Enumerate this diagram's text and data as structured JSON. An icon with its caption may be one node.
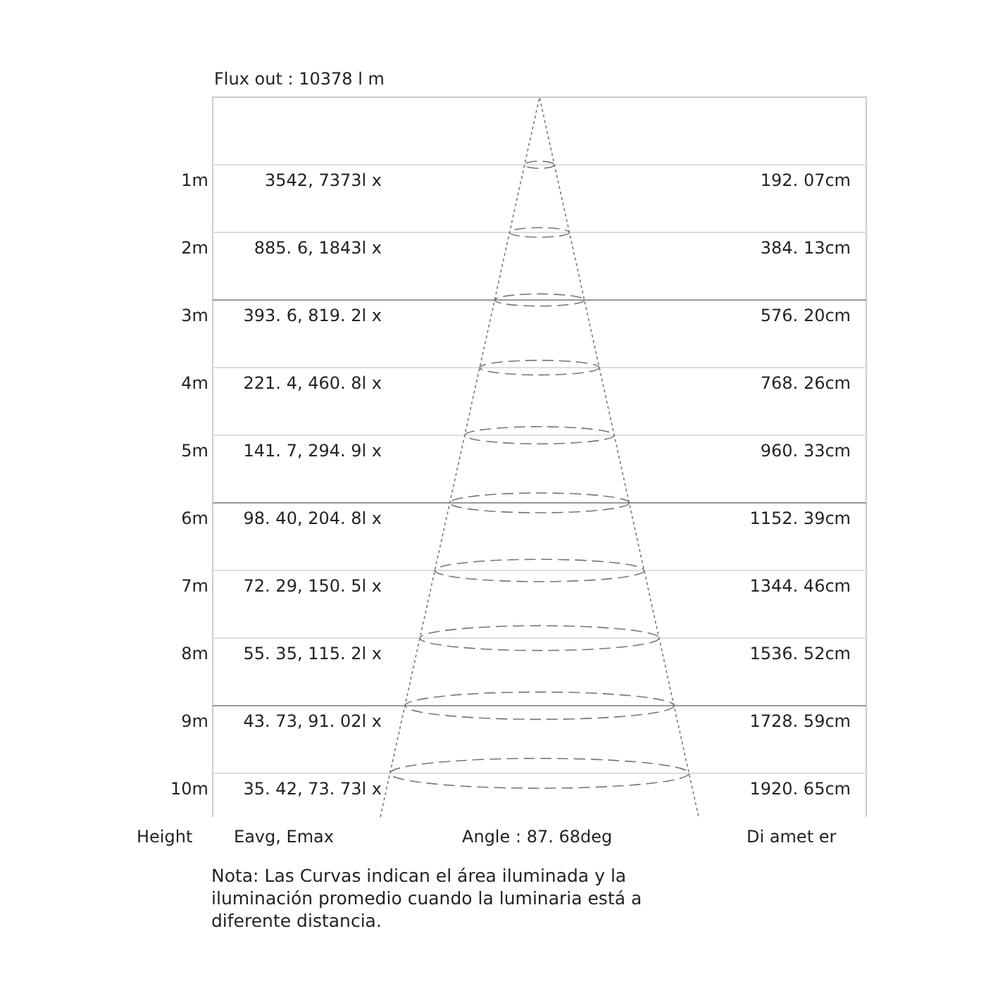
{
  "diagram": {
    "caption": "Nota: Las Curvas indican el área iluminada y la iluminación promedio cuando la luminaria está a diferente distancia.",
    "labels": [
      "Flux out : 10378 l m",
      "1m",
      "3542, 7373l x",
      "192. 07cm",
      "2m",
      "885. 6, 1843l x",
      "384. 13cm",
      "3m",
      "393. 6, 819. 2l x",
      "576. 20cm",
      "4m",
      "221. 4, 460. 8l x",
      "768. 26cm",
      "5m",
      "141. 7, 294. 9l x",
      "960. 33cm",
      "6m",
      "98. 40, 204. 8l x",
      "1152. 39cm",
      "7m",
      "72. 29, 150. 5l x",
      "1344. 46cm",
      "8m",
      "55. 35, 115. 2l x",
      "1536. 52cm",
      "9m",
      "43. 73, 91. 02l x",
      "1728. 59cm",
      "10m",
      "35. 42, 73. 73l x",
      "1920. 65cm",
      "Height",
      "Eavg, Emax",
      "Angle : 87. 68deg",
      "Di amet er"
    ]
  }
}
